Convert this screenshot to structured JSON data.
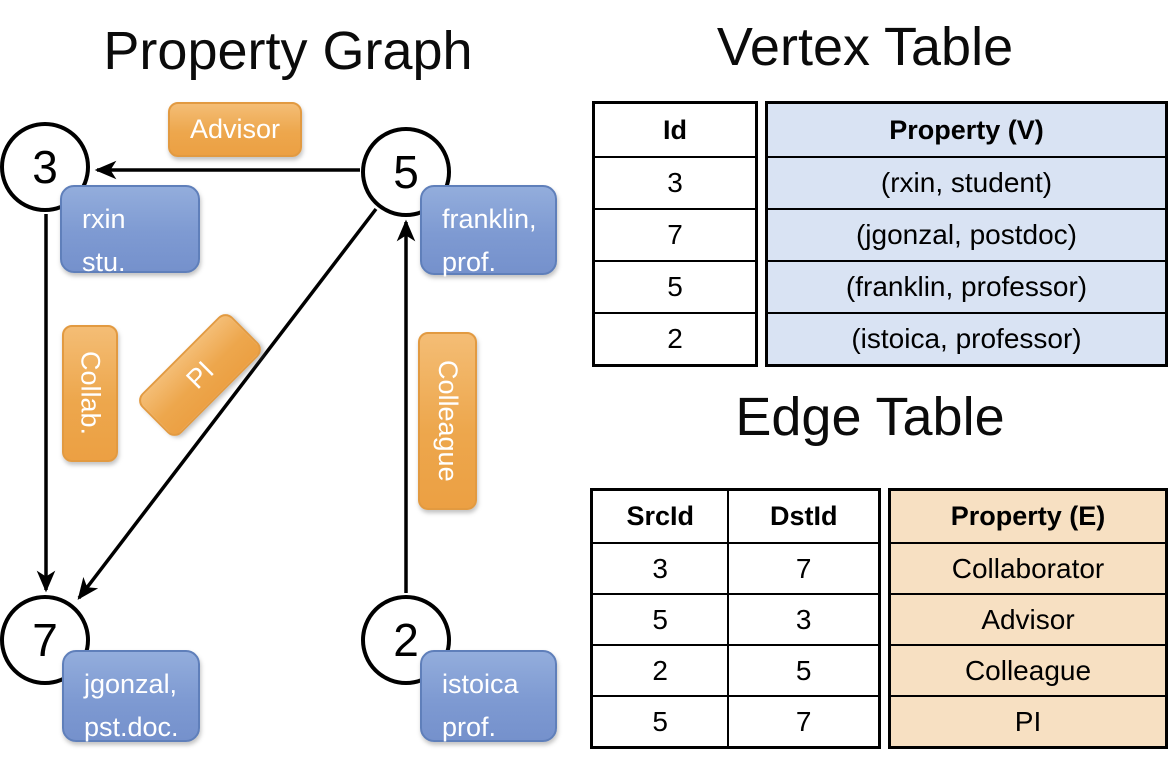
{
  "graph": {
    "title": "Property Graph",
    "nodes": [
      {
        "id": "3"
      },
      {
        "id": "5"
      },
      {
        "id": "7"
      },
      {
        "id": "2"
      }
    ],
    "vertex_labels": [
      {
        "line1": "rxin",
        "line2": "stu."
      },
      {
        "line1": "franklin,",
        "line2": "prof."
      },
      {
        "line1": "jgonzal,",
        "line2": "pst.doc."
      },
      {
        "line1": "istoica",
        "line2": "prof."
      }
    ],
    "edge_labels": {
      "advisor": "Advisor",
      "collab": "Collab.",
      "pi": "PI",
      "colleague": "Colleague"
    }
  },
  "vertex_table": {
    "title": "Vertex Table",
    "columns": {
      "id": "Id",
      "property": "Property (V)"
    },
    "rows": [
      {
        "id": "3",
        "property": "(rxin, student)"
      },
      {
        "id": "7",
        "property": "(jgonzal, postdoc)"
      },
      {
        "id": "5",
        "property": "(franklin, professor)"
      },
      {
        "id": "2",
        "property": "(istoica, professor)"
      }
    ]
  },
  "edge_table": {
    "title": "Edge Table",
    "columns": {
      "src": "SrcId",
      "dst": "DstId",
      "property": "Property (E)"
    },
    "rows": [
      {
        "src": "3",
        "dst": "7",
        "property": "Collaborator"
      },
      {
        "src": "5",
        "dst": "3",
        "property": "Advisor"
      },
      {
        "src": "2",
        "dst": "5",
        "property": "Colleague"
      },
      {
        "src": "5",
        "dst": "7",
        "property": "PI"
      }
    ]
  },
  "colors": {
    "edge_label_orange": "#EDA74D",
    "vertex_label_blue": "#7E9AD2",
    "vertex_table_fill": "#D9E3F3",
    "edge_table_fill": "#F7E0C2",
    "line_black": "#000000"
  }
}
